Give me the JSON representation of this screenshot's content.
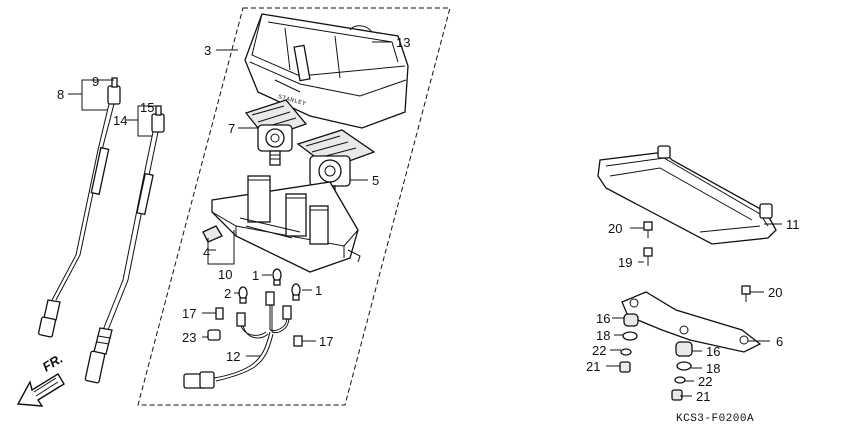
{
  "diagram": {
    "callouts": {
      "c3": "3",
      "c13": "13",
      "c8": "8",
      "c9": "9",
      "c15": "15",
      "c14": "14",
      "c7": "7",
      "c5": "5",
      "c4": "4",
      "c10": "10",
      "c1a": "1",
      "c1b": "1",
      "c2": "2",
      "c17a": "17",
      "c17b": "17",
      "c23": "23",
      "c12": "12",
      "c11": "11",
      "c20a": "20",
      "c19": "19",
      "c20b": "20",
      "c16a": "16",
      "c18a": "18",
      "c22a": "22",
      "c21a": "21",
      "c6": "6",
      "c16b": "16",
      "c18b": "18",
      "c22b": "22",
      "c21b": "21"
    },
    "direction_label": "FR.",
    "diagram_code": "KCS3-F0200A"
  }
}
